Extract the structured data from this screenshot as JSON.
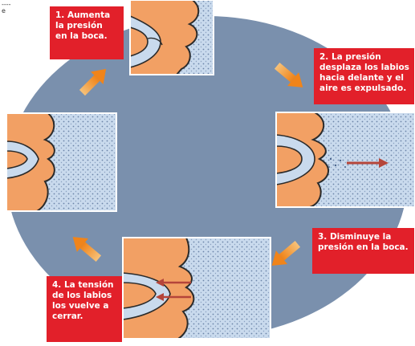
{
  "steps": [
    {
      "number": "1.",
      "lines": [
        "1. Aumenta",
        "la presión",
        "en la boca."
      ]
    },
    {
      "number": "2.",
      "lines": [
        "2. La presión",
        "desplaza los labios",
        "hacia delante y el",
        "aire es expulsado."
      ]
    },
    {
      "number": "3.",
      "lines": [
        "3. Disminuye la",
        "presión en la boca."
      ]
    },
    {
      "number": "4.",
      "lines": [
        "4. La tensión",
        "de los labios",
        "los vuelve a",
        "cerrar."
      ]
    }
  ],
  "corner_mark": [
    "----",
    "e"
  ],
  "colors": {
    "label_red": "#e2202a",
    "ellipse_blue": "#7a90ad",
    "panel_light_blue": "#c9daed",
    "skin_orange": "#f2a064",
    "outline_dark": "#2b2b2b",
    "arrow_orange": "#f28a1c",
    "air_arrow_red": "#b5453a"
  }
}
